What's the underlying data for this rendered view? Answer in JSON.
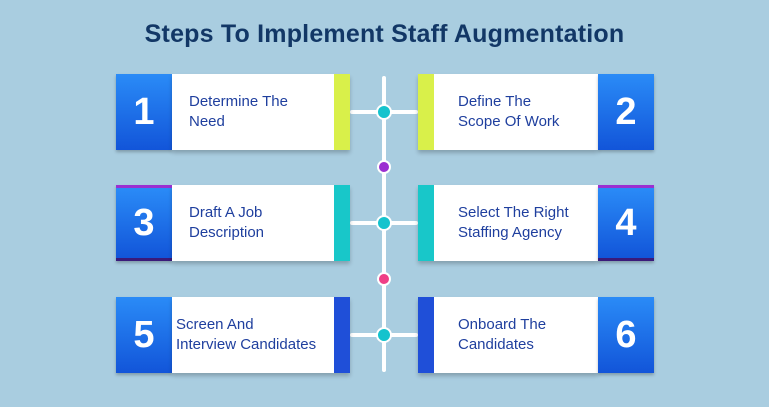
{
  "title": "Steps To Implement Staff Augmentation",
  "steps": [
    {
      "number": "1",
      "text": "Determine The\nNeed",
      "accent": "#d9f04a"
    },
    {
      "number": "2",
      "text": "Define The\nScope Of Work",
      "accent": "#d9f04a"
    },
    {
      "number": "3",
      "text": "Draft A Job\nDescription",
      "accent": "#18c7c9"
    },
    {
      "number": "4",
      "text": "Select The Right\nStaffing Agency",
      "accent": "#18c7c9"
    },
    {
      "number": "5",
      "text": "Screen And\nInterview Candidates",
      "accent": "#1f4fd8"
    },
    {
      "number": "6",
      "text": "Onboard The\nCandidates",
      "accent": "#1f4fd8"
    }
  ],
  "colors": {
    "background": "#a9cde0",
    "title": "#123766",
    "number_box": "#1a6ee8",
    "step_text": "#1f3f9e",
    "connector_dot": "#14c3cd",
    "separator_dot_1": "#9b2fd1",
    "separator_dot_2": "#ef3f86"
  }
}
